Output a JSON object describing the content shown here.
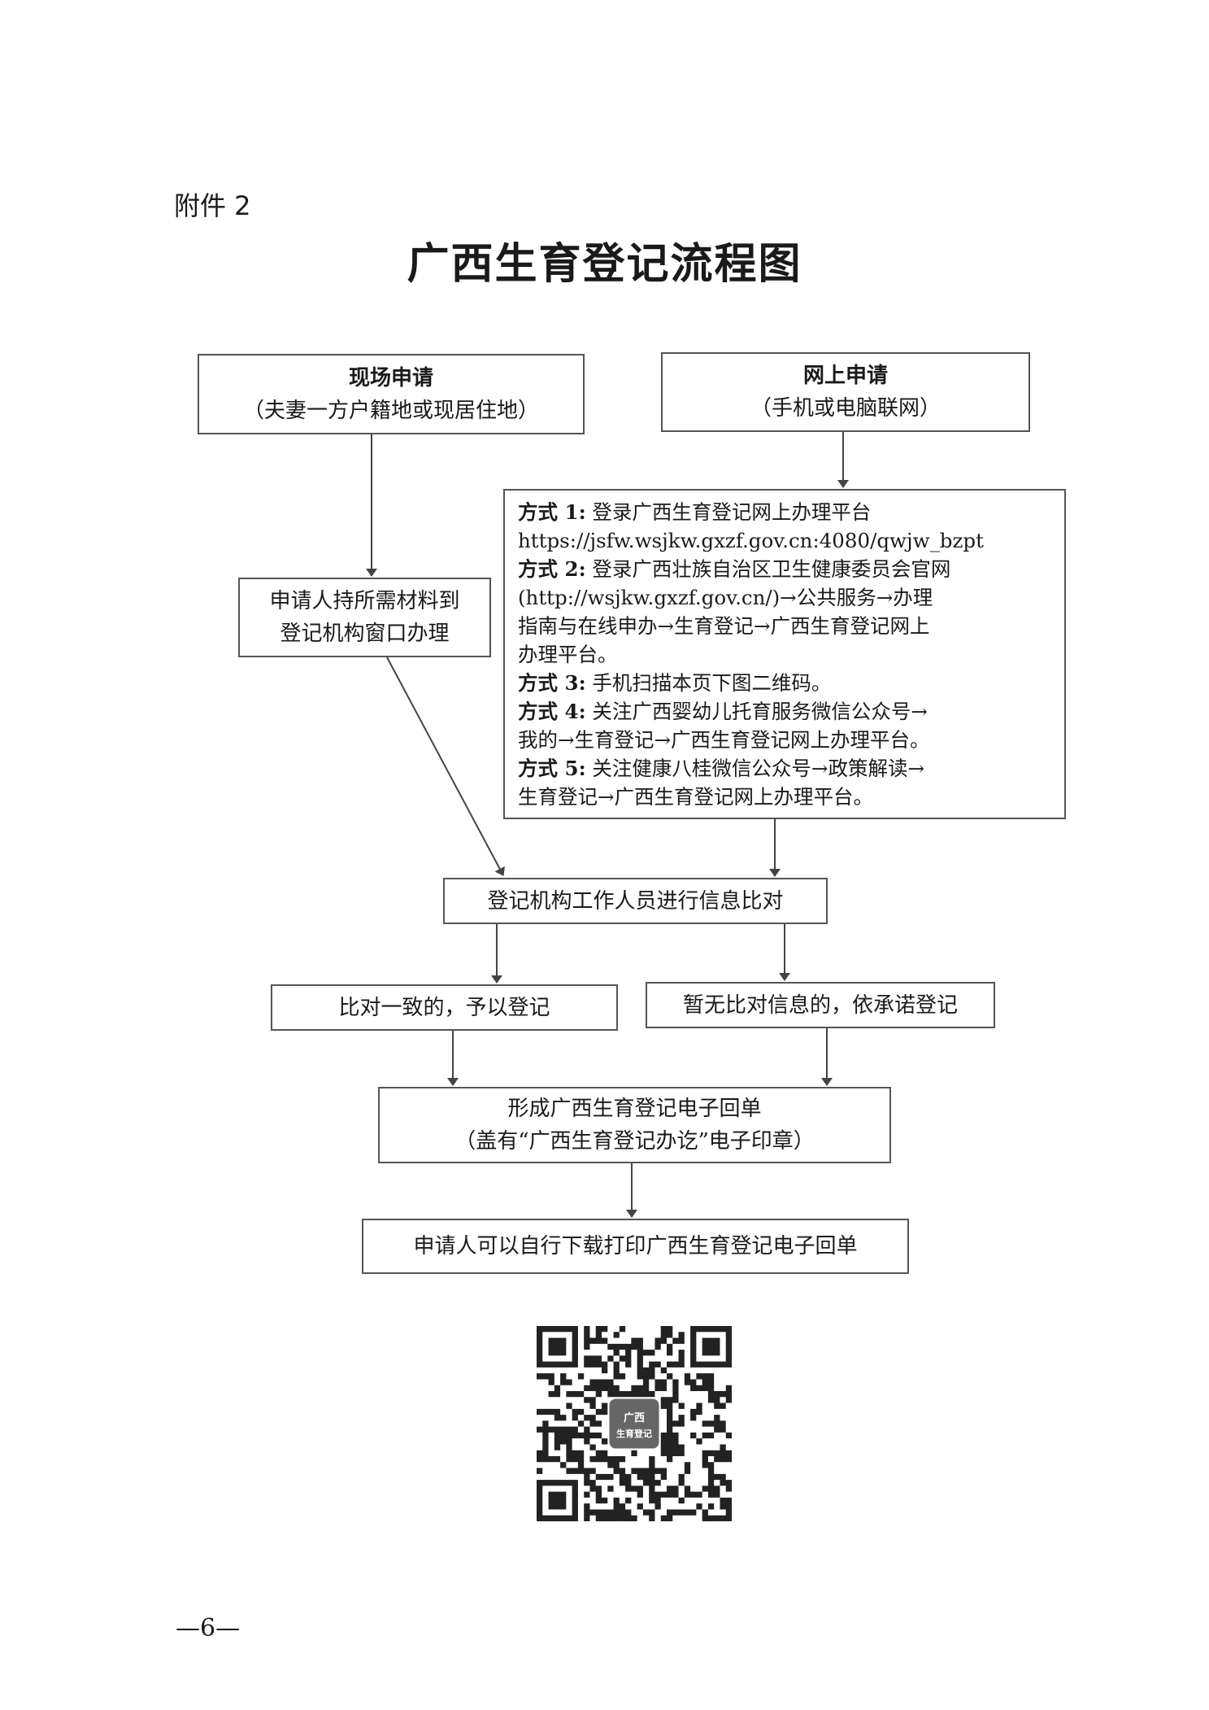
{
  "attachment": "附件 2",
  "title": "广西生育登记流程图",
  "onsite": {
    "title": "现场申请",
    "subtitle": "（夫妻一方户籍地或现居住地）"
  },
  "online": {
    "title": "网上申请",
    "subtitle": "（手机或电脑联网）"
  },
  "window_step": {
    "line1": "申请人持所需材料到",
    "line2": "登记机构窗口办理"
  },
  "methods": [
    {
      "label": "方式 1:",
      "text": " 登录广西生育登记网上办理平台"
    },
    {
      "label": "",
      "text": "https://jsfw.wsjkw.gxzf.gov.cn:4080/qwjw_bzpt"
    },
    {
      "label": "方式 2:",
      "text": " 登录广西壮族自治区卫生健康委员会官网"
    },
    {
      "label": "",
      "text": "(http://wsjkw.gxzf.gov.cn/)→公共服务→办理"
    },
    {
      "label": "",
      "text": "指南与在线申办→生育登记→广西生育登记网上"
    },
    {
      "label": "",
      "text": "办理平台。"
    },
    {
      "label": "方式 3:",
      "text": " 手机扫描本页下图二维码。"
    },
    {
      "label": "方式 4:",
      "text": " 关注广西婴幼儿托育服务微信公众号→"
    },
    {
      "label": "",
      "text": "我的→生育登记→广西生育登记网上办理平台。"
    },
    {
      "label": "方式 5:",
      "text": " 关注健康八桂微信公众号→政策解读→"
    },
    {
      "label": "",
      "text": "生育登记→广西生育登记网上办理平台。"
    }
  ],
  "compare_step": "登记机构工作人员进行信息比对",
  "match_step": "比对一致的，予以登记",
  "nomatch_step": "暂无比对信息的，依承诺登记",
  "receipt_step": {
    "line1": "形成广西生育登记电子回单",
    "line2": "（盖有“广西生育登记办讫”电子印章）"
  },
  "download_step": "申请人可以自行下载打印广西生育登记电子回单",
  "qr_logo": {
    "line1": "广西",
    "line2": "生育登记"
  },
  "page_number": "—6—"
}
